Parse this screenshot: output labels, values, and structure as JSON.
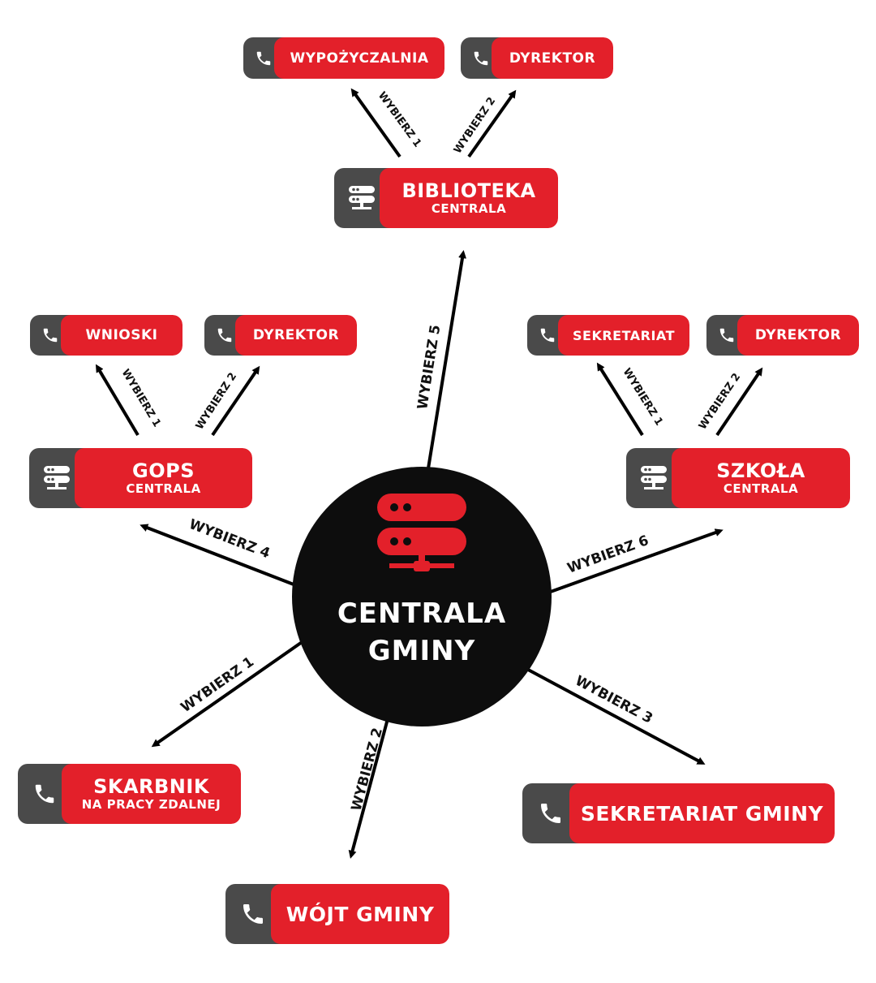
{
  "hub": {
    "line1": "CENTRALA",
    "line2": "GMINY",
    "icon": "server-network-icon"
  },
  "colors": {
    "accent": "#e3202a",
    "dark": "#4a4a4a",
    "hub": "#0d0d0d"
  },
  "nodes": {
    "biblioteka": {
      "title": "BIBLIOTEKA",
      "subtitle": "CENTRALA",
      "icon": "server-icon"
    },
    "gops": {
      "title": "GOPS",
      "subtitle": "CENTRALA",
      "icon": "server-icon"
    },
    "szkola": {
      "title": "SZKOŁA",
      "subtitle": "CENTRALA",
      "icon": "server-icon"
    },
    "skarbnik": {
      "title": "SKARBNIK",
      "subtitle": "NA PRACY ZDALNEJ",
      "icon": "phone-icon"
    },
    "wojt": {
      "title": "WÓJT GMINY",
      "icon": "phone-icon"
    },
    "sekretariat_gminy": {
      "title": "SEKRETARIAT GMINY",
      "icon": "phone-icon"
    },
    "bib_wypozyczalnia": {
      "title": "WYPOŻYCZALNIA",
      "icon": "phone-icon"
    },
    "bib_dyrektor": {
      "title": "DYREKTOR",
      "icon": "phone-icon"
    },
    "gops_wnioski": {
      "title": "WNIOSKI",
      "icon": "phone-icon"
    },
    "gops_dyrektor": {
      "title": "DYREKTOR",
      "icon": "phone-icon"
    },
    "szk_sekretariat": {
      "title": "SEKRETARIAT",
      "icon": "phone-icon"
    },
    "szk_dyrektor": {
      "title": "DYREKTOR",
      "icon": "phone-icon"
    }
  },
  "edges": {
    "to_biblioteka": "WYBIERZ 5",
    "to_gops": "WYBIERZ 4",
    "to_szkola": "WYBIERZ 6",
    "to_skarbnik": "WYBIERZ 1",
    "to_wojt": "WYBIERZ 2",
    "to_sekretariat": "WYBIERZ 3",
    "bib_1": "WYBIERZ 1",
    "bib_2": "WYBIERZ 2",
    "gops_1": "WYBIERZ 1",
    "gops_2": "WYBIERZ 2",
    "szk_1": "WYBIERZ 1",
    "szk_2": "WYBIERZ 2"
  }
}
